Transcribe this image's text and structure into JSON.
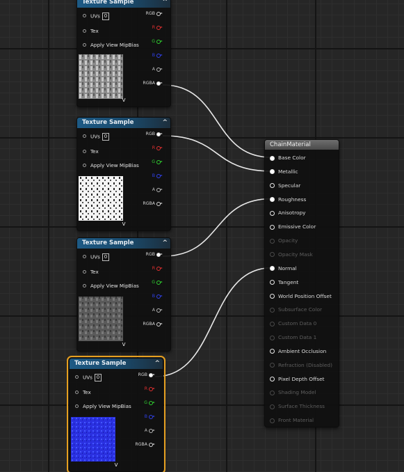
{
  "texture_nodes": [
    {
      "title": "Texture Sample",
      "collapse_glyph": "^",
      "expand_glyph": "v",
      "inputs": [
        {
          "label": "UVs",
          "value": "0"
        },
        {
          "label": "Tex"
        },
        {
          "label": "Apply View MipBias"
        }
      ],
      "outputs": [
        {
          "label": "RGB",
          "color": "#d8d8d8",
          "connected": false
        },
        {
          "label": "R",
          "color": "#e23030",
          "connected": false
        },
        {
          "label": "G",
          "color": "#30d030",
          "connected": false
        },
        {
          "label": "B",
          "color": "#3040e8",
          "connected": false
        },
        {
          "label": "A",
          "color": "#b8b8b8",
          "connected": false
        },
        {
          "label": "RGBA",
          "color": "#d8d8d8",
          "connected": true
        }
      ],
      "thumbnail": "grey-chain-pattern",
      "selected": false
    },
    {
      "title": "Texture Sample",
      "collapse_glyph": "^",
      "expand_glyph": "v",
      "inputs": [
        {
          "label": "UVs",
          "value": "0"
        },
        {
          "label": "Tex"
        },
        {
          "label": "Apply View MipBias"
        }
      ],
      "outputs": [
        {
          "label": "RGB",
          "color": "#d8d8d8",
          "connected": true
        },
        {
          "label": "R",
          "color": "#e23030",
          "connected": false
        },
        {
          "label": "G",
          "color": "#30d030",
          "connected": false
        },
        {
          "label": "B",
          "color": "#3040e8",
          "connected": false
        },
        {
          "label": "A",
          "color": "#b8b8b8",
          "connected": false
        },
        {
          "label": "RGBA",
          "color": "#d8d8d8",
          "connected": false
        }
      ],
      "thumbnail": "white-metallic-mask",
      "selected": false
    },
    {
      "title": "Texture Sample",
      "collapse_glyph": "^",
      "expand_glyph": "v",
      "inputs": [
        {
          "label": "UVs",
          "value": "0"
        },
        {
          "label": "Tex"
        },
        {
          "label": "Apply View MipBias"
        }
      ],
      "outputs": [
        {
          "label": "RGB",
          "color": "#d8d8d8",
          "connected": true
        },
        {
          "label": "R",
          "color": "#e23030",
          "connected": false
        },
        {
          "label": "G",
          "color": "#30d030",
          "connected": false
        },
        {
          "label": "B",
          "color": "#3040e8",
          "connected": false
        },
        {
          "label": "A",
          "color": "#b8b8b8",
          "connected": false
        },
        {
          "label": "RGBA",
          "color": "#d8d8d8",
          "connected": false
        }
      ],
      "thumbnail": "dark-grey-roughness",
      "selected": false
    },
    {
      "title": "Texture Sample",
      "collapse_glyph": "^",
      "expand_glyph": "v",
      "inputs": [
        {
          "label": "UVs",
          "value": "0"
        },
        {
          "label": "Tex"
        },
        {
          "label": "Apply View MipBias"
        }
      ],
      "outputs": [
        {
          "label": "RGB",
          "color": "#d8d8d8",
          "connected": true
        },
        {
          "label": "R",
          "color": "#e23030",
          "connected": false
        },
        {
          "label": "G",
          "color": "#30d030",
          "connected": false
        },
        {
          "label": "B",
          "color": "#3040e8",
          "connected": false
        },
        {
          "label": "A",
          "color": "#b8b8b8",
          "connected": false
        },
        {
          "label": "RGBA",
          "color": "#d8d8d8",
          "connected": false
        }
      ],
      "thumbnail": "blue-normal-map",
      "selected": true
    }
  ],
  "material_node": {
    "title": "ChainMaterial",
    "inputs": [
      {
        "label": "Base Color",
        "enabled": true,
        "connected": true
      },
      {
        "label": "Metallic",
        "enabled": true,
        "connected": true
      },
      {
        "label": "Specular",
        "enabled": true,
        "connected": false
      },
      {
        "label": "Roughness",
        "enabled": true,
        "connected": true
      },
      {
        "label": "Anisotropy",
        "enabled": true,
        "connected": false
      },
      {
        "label": "Emissive Color",
        "enabled": true,
        "connected": false
      },
      {
        "label": "Opacity",
        "enabled": false,
        "connected": false
      },
      {
        "label": "Opacity Mask",
        "enabled": false,
        "connected": false
      },
      {
        "label": "Normal",
        "enabled": true,
        "connected": true
      },
      {
        "label": "Tangent",
        "enabled": true,
        "connected": false
      },
      {
        "label": "World Position Offset",
        "enabled": true,
        "connected": false
      },
      {
        "label": "Subsurface Color",
        "enabled": false,
        "connected": false
      },
      {
        "label": "Custom Data 0",
        "enabled": false,
        "connected": false
      },
      {
        "label": "Custom Data 1",
        "enabled": false,
        "connected": false
      },
      {
        "label": "Ambient Occlusion",
        "enabled": true,
        "connected": false
      },
      {
        "label": "Refraction (Disabled)",
        "enabled": false,
        "connected": false
      },
      {
        "label": "Pixel Depth Offset",
        "enabled": true,
        "connected": false
      },
      {
        "label": "Shading Model",
        "enabled": false,
        "connected": false
      },
      {
        "label": "Surface Thickness",
        "enabled": false,
        "connected": false
      },
      {
        "label": "Front Material",
        "enabled": false,
        "connected": false
      }
    ]
  },
  "connections": [
    {
      "from_node": 0,
      "from_pin": "RGBA",
      "to_pin": "Base Color"
    },
    {
      "from_node": 1,
      "from_pin": "RGB",
      "to_pin": "Metallic"
    },
    {
      "from_node": 2,
      "from_pin": "RGB",
      "to_pin": "Roughness"
    },
    {
      "from_node": 3,
      "from_pin": "RGB",
      "to_pin": "Normal"
    }
  ],
  "colors": {
    "canvas_bg": "#262626",
    "node_header_blue": "#1d5a85",
    "material_header": "#5a5a5a",
    "selection_outline": "#e6a020",
    "wire": "#e8e8e8"
  }
}
